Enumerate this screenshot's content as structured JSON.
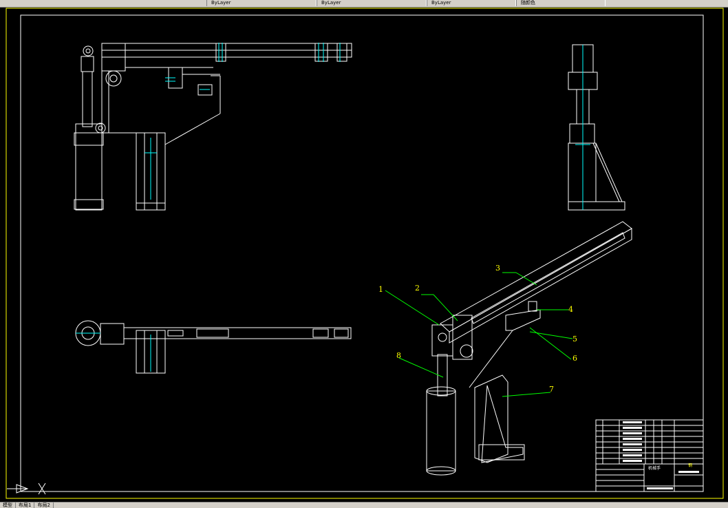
{
  "toolbar": {
    "tabs": [
      "ByLayer",
      "ByLayer",
      "ByLayer",
      "随颜色"
    ]
  },
  "callouts": [
    {
      "num": "1"
    },
    {
      "num": "2"
    },
    {
      "num": "3"
    },
    {
      "num": "4"
    },
    {
      "num": "5"
    },
    {
      "num": "6"
    },
    {
      "num": "7"
    },
    {
      "num": "8"
    }
  ],
  "title_block": {
    "drawing_name": "机械手",
    "material": "钢"
  },
  "statusbar": {
    "items": [
      "模型",
      "布局1",
      "布局2"
    ]
  },
  "colors": {
    "background": "#000000",
    "lines": "#ffffff",
    "frame": "#ffff00",
    "leader": "#00ff00",
    "centerline": "#00ffff",
    "callout_text": "#ffff00"
  }
}
